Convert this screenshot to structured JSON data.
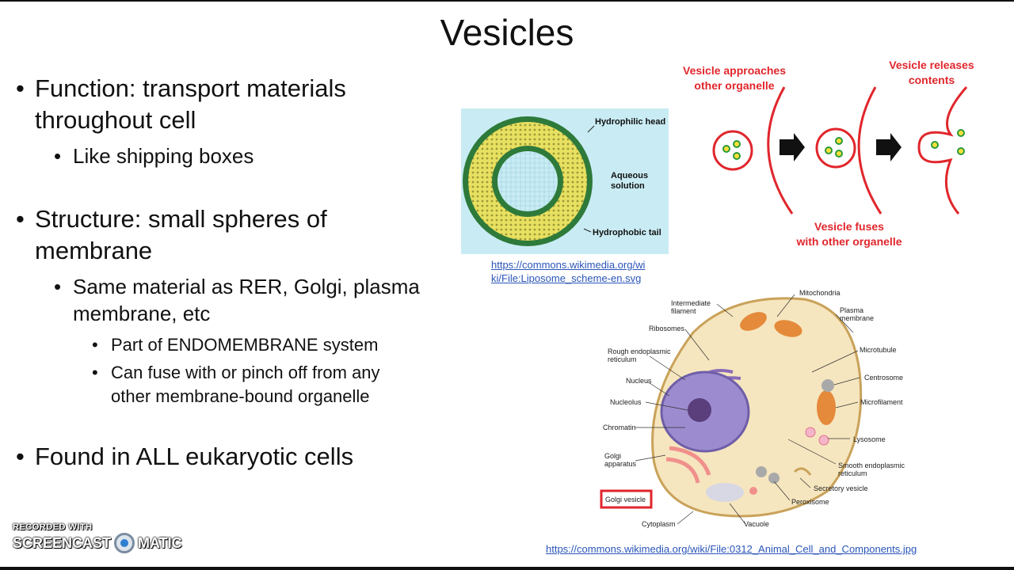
{
  "slide": {
    "title": "Vesicles",
    "b1a": "Function: transport materials",
    "b1b": "throughout cell",
    "b1_sub": "Like shipping boxes",
    "b2a": "Structure: small spheres of",
    "b2b": "membrane",
    "b2_sub_a": "Same material as RER, Golgi, plasma",
    "b2_sub_b": "membrane, etc",
    "b2_sub_sub1": "Part of ENDOMEMBRANE system",
    "b2_sub_sub2a": "Can fuse with or pinch off from any",
    "b2_sub_sub2b": "other membrane-bound organelle",
    "b3": "Found in ALL eukaryotic cells"
  },
  "liposome": {
    "head": "Hydrophilic head",
    "aq1": "Aqueous",
    "aq2": "solution",
    "tail": "Hydrophobic tail",
    "link1": "https://commons.wikimedia.org/wi",
    "link2": "ki/File:Liposome_scheme-en.svg"
  },
  "fusion": {
    "a1": "Vesicle approaches",
    "a2": "other organelle",
    "r1": "Vesicle releases",
    "r2": "contents",
    "f1": "Vesicle fuses",
    "f2": "with other organelle"
  },
  "cell": {
    "intermediate1": "Intermediate",
    "intermediate2": "filament",
    "ribosomes": "Ribosomes",
    "rough1": "Rough endoplasmic",
    "rough2": "reticulum",
    "nucleus": "Nucleus",
    "nucleolus": "Nucleolus",
    "chromatin": "Chromatin",
    "golgi1": "Golgi",
    "golgi2": "apparatus",
    "golgi_vesicle": "Golgi vesicle",
    "cytoplasm": "Cytoplasm",
    "vacuole": "Vacuole",
    "peroxisome": "Peroxisome",
    "secretory": "Secretory vesicle",
    "smooth1": "Smooth endoplasmic",
    "smooth2": "reticulum",
    "lysosome": "Lysosome",
    "microfilament": "Microfilament",
    "centrosome": "Centrosome",
    "microtubule": "Microtubule",
    "plasma1": "Plasma",
    "plasma2": "membrane",
    "mitochondria": "Mitochondria",
    "link": "https://commons.wikimedia.org/wiki/File:0312_Animal_Cell_and_Components.jpg"
  },
  "watermark": {
    "line1": "RECORDED WITH",
    "line2a": "SCREENCAST",
    "line2b": "MATIC"
  },
  "colors": {
    "accent_red": "#e0262c",
    "link_blue": "#2a55b8"
  }
}
